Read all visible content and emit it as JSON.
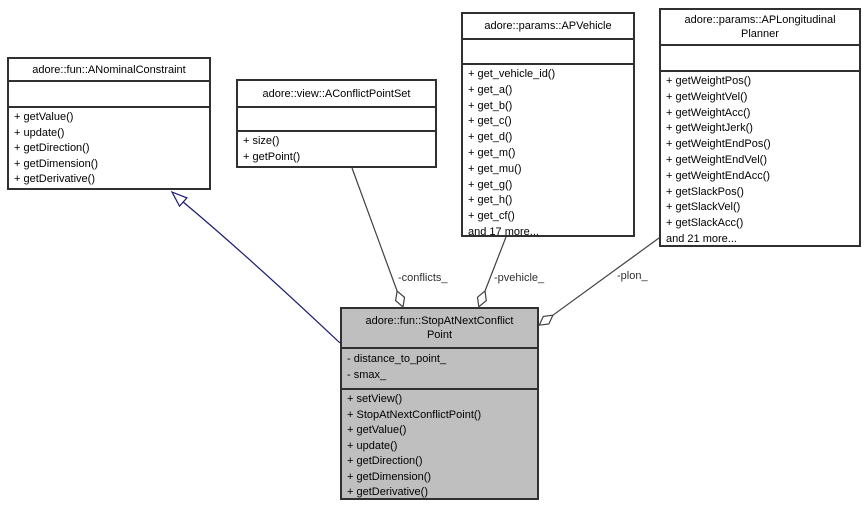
{
  "diagram": {
    "type": "uml-collaboration-diagram",
    "colors": {
      "node_fill": "#ffffff",
      "highlight_node_fill": "#bfbfbf",
      "node_border": "#303030",
      "usage_edge": "#404040",
      "inheritance_edge": "#191970",
      "text": "#000000"
    },
    "classes": {
      "anominal": {
        "title_lines": [
          "adore::fun::ANominalConstraint"
        ],
        "attributes": [],
        "methods": [
          "+ getValue()",
          "+ update()",
          "+ getDirection()",
          "+ getDimension()",
          "+ getDerivative()"
        ]
      },
      "aconflictpointset": {
        "title_lines": [
          "adore::view::AConflictPointSet"
        ],
        "attributes": [],
        "methods": [
          "+ size()",
          "+ getPoint()"
        ]
      },
      "apvehicle": {
        "title_lines": [
          "adore::params::APVehicle"
        ],
        "attributes": [],
        "methods": [
          "+ get_vehicle_id()",
          "+ get_a()",
          "+ get_b()",
          "+ get_c()",
          "+ get_d()",
          "+ get_m()",
          "+ get_mu()",
          "+ get_g()",
          "+ get_h()",
          "+ get_cf()",
          "and 17 more..."
        ]
      },
      "aplongitudinalplanner": {
        "title_lines": [
          "adore::params::APLongitudinal",
          "Planner"
        ],
        "attributes": [],
        "methods": [
          "+ getWeightPos()",
          "+ getWeightVel()",
          "+ getWeightAcc()",
          "+ getWeightJerk()",
          "+ getWeightEndPos()",
          "+ getWeightEndVel()",
          "+ getWeightEndAcc()",
          "+ getSlackPos()",
          "+ getSlackVel()",
          "+ getSlackAcc()",
          "and 21 more..."
        ]
      },
      "stopatnextconflictpoint": {
        "title_lines": [
          "adore::fun::StopAtNextConflict",
          "Point"
        ],
        "attributes": [
          "- distance_to_point_",
          "- smax_"
        ],
        "methods": [
          "+ setView()",
          "+ StopAtNextConflictPoint()",
          "+ getValue()",
          "+ update()",
          "+ getDirection()",
          "+ getDimension()",
          "+ getDerivative()"
        ]
      }
    },
    "edges": {
      "inheritance": {
        "from": "stopatnextconflictpoint",
        "to": "anominal",
        "label": ""
      },
      "conflicts": {
        "from": "aconflictpointset",
        "to": "stopatnextconflictpoint",
        "label": "-conflicts_"
      },
      "pvehicle": {
        "from": "apvehicle",
        "to": "stopatnextconflictpoint",
        "label": "-pvehicle_"
      },
      "plon": {
        "from": "aplongitudinalplanner",
        "to": "stopatnextconflictpoint",
        "label": "-plon_"
      }
    }
  }
}
